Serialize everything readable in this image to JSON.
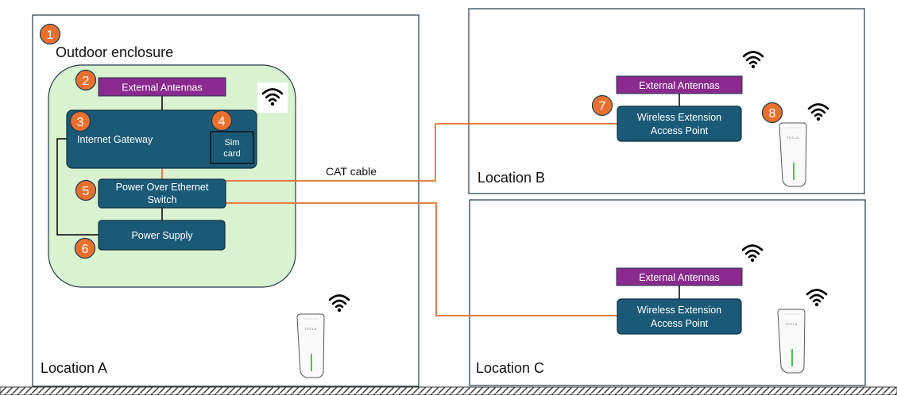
{
  "locations": {
    "a": {
      "label": "Location A"
    },
    "b": {
      "label": "Location B"
    },
    "c": {
      "label": "Location C"
    }
  },
  "enclosure": {
    "label": "Outdoor enclosure"
  },
  "components": {
    "antenna_a": {
      "label": "External Antennas"
    },
    "gateway": {
      "label": "Internet Gateway"
    },
    "sim": {
      "line1": "Sim",
      "line2": "card"
    },
    "poe": {
      "line1": "Power Over Ethernet",
      "line2": "Switch"
    },
    "psu": {
      "label": "Power Supply"
    },
    "antenna_b": {
      "label": "External Antennas"
    },
    "ap_b": {
      "line1": "Wireless Extension",
      "line2": "Access Point"
    },
    "antenna_c": {
      "label": "External Antennas"
    },
    "ap_c": {
      "line1": "Wireless Extension",
      "line2": "Access Point"
    }
  },
  "cable": {
    "label": "CAT cable"
  },
  "badges": [
    "1",
    "2",
    "3",
    "4",
    "5",
    "6",
    "7",
    "8"
  ],
  "charger": {
    "brand": "TESLA"
  },
  "colors": {
    "box_fill": "#1b5a77",
    "antenna_fill": "#8a2a8e",
    "enclosure_fill": "#d9f2d0",
    "badge_fill": "#e8702f",
    "cable": "#e8702f"
  }
}
